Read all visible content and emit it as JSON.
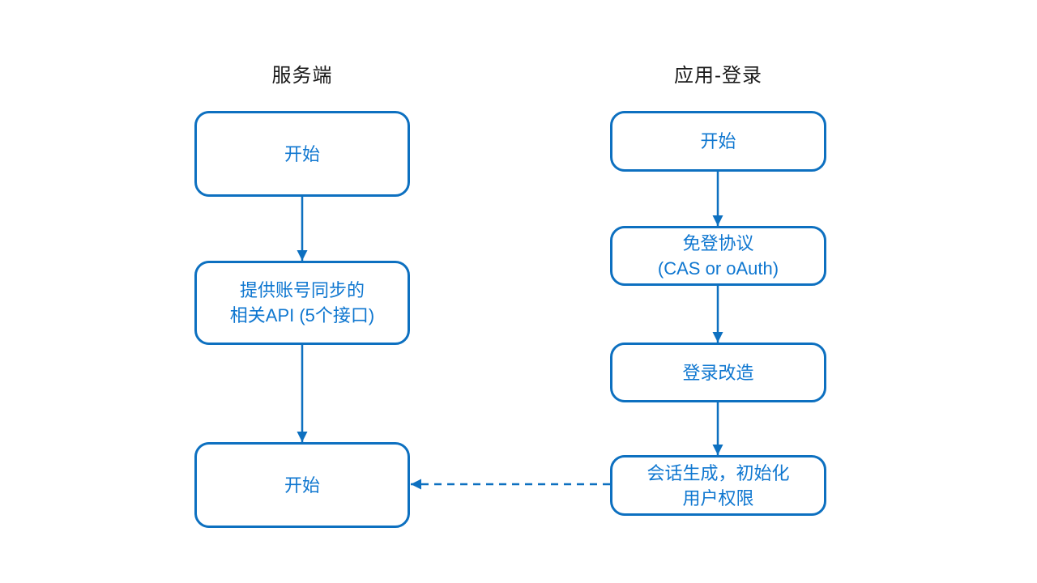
{
  "diagram": {
    "colors": {
      "accent": "#0d70c0",
      "box_text": "#0f77d0",
      "header_text": "#1a1a1a",
      "background": "#ffffff"
    },
    "columns": [
      {
        "id": "server",
        "header": "服务端",
        "boxes": [
          {
            "id": "server-start",
            "label": "开始"
          },
          {
            "id": "server-api",
            "label": "提供账号同步的\n相关API (5个接口)"
          },
          {
            "id": "server-start-2",
            "label": "开始"
          }
        ]
      },
      {
        "id": "app-login",
        "header": "应用-登录",
        "boxes": [
          {
            "id": "app-start",
            "label": "开始"
          },
          {
            "id": "app-sso-protocol",
            "label": "免登协议\n(CAS or oAuth)"
          },
          {
            "id": "app-login-rework",
            "label": "登录改造"
          },
          {
            "id": "app-session-init",
            "label": "会话生成，初始化\n用户权限"
          }
        ]
      }
    ],
    "connectors": [
      {
        "from": "server-start",
        "to": "server-api",
        "style": "solid"
      },
      {
        "from": "server-api",
        "to": "server-start-2",
        "style": "solid"
      },
      {
        "from": "app-start",
        "to": "app-sso-protocol",
        "style": "solid"
      },
      {
        "from": "app-sso-protocol",
        "to": "app-login-rework",
        "style": "solid"
      },
      {
        "from": "app-login-rework",
        "to": "app-session-init",
        "style": "solid"
      },
      {
        "from": "app-session-init",
        "to": "server-start-2",
        "style": "dashed"
      }
    ]
  }
}
